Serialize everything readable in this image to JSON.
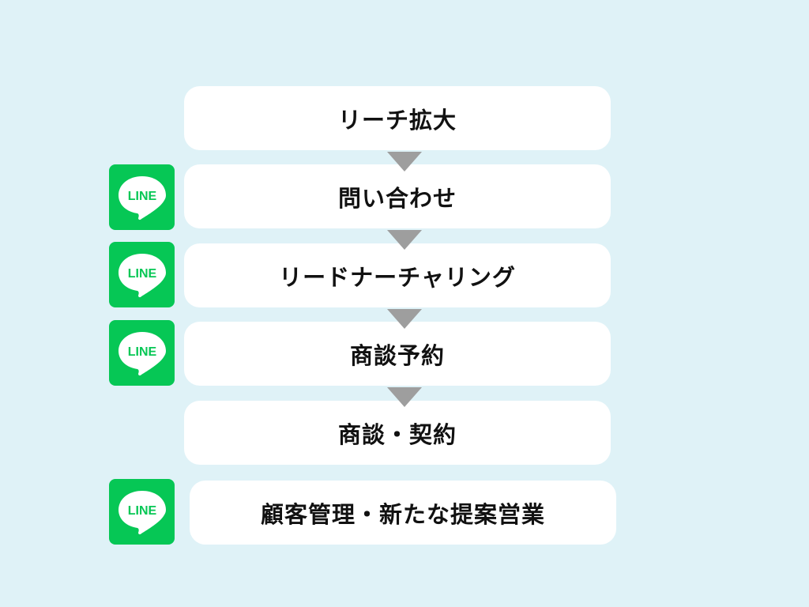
{
  "colors": {
    "background": "#dff2f7",
    "step_box": "#ffffff",
    "arrow": "#9e9e9e",
    "line_green": "#06c755"
  },
  "icons": {
    "line": "line-app-icon"
  },
  "steps": [
    {
      "label": "リーチ拡大",
      "has_line_icon": false,
      "line_text": ""
    },
    {
      "label": "問い合わせ",
      "has_line_icon": true,
      "line_text": "LINE"
    },
    {
      "label": "リードナーチャリング",
      "has_line_icon": true,
      "line_text": "LINE"
    },
    {
      "label": "商談予約",
      "has_line_icon": true,
      "line_text": "LINE"
    },
    {
      "label": "商談・契約",
      "has_line_icon": false,
      "line_text": ""
    },
    {
      "label": "顧客管理・新たな提案営業",
      "has_line_icon": true,
      "line_text": "LINE"
    }
  ]
}
